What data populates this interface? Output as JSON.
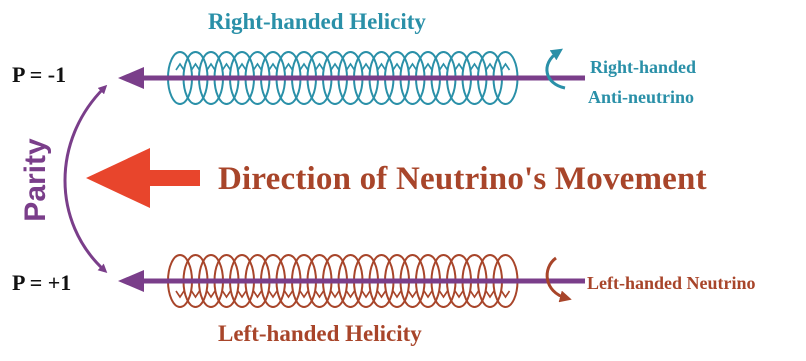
{
  "diagram": {
    "title_top": "Right-handed Helicity",
    "title_bottom": "Left-handed Helicity",
    "parity_label": "Parity",
    "p_minus_label": "P = -1",
    "p_plus_label": "P = +1",
    "movement_label": "Direction of Neutrino's Movement",
    "antineutrino_label_line1": "Right-handed",
    "antineutrino_label_line2": "Anti-neutrino",
    "neutrino_label": "Left-handed Neutrino"
  },
  "colors": {
    "teal": "#2a90a8",
    "rust": "#a8452a",
    "purple": "#7a3e8a",
    "arrow_red": "#e8452c"
  },
  "icons": {
    "top_rotation": "counterclockwise-rotation-arrow",
    "bottom_rotation": "clockwise-rotation-arrow",
    "parity": "double-headed-curved-arrow",
    "movement": "large-left-arrow"
  }
}
